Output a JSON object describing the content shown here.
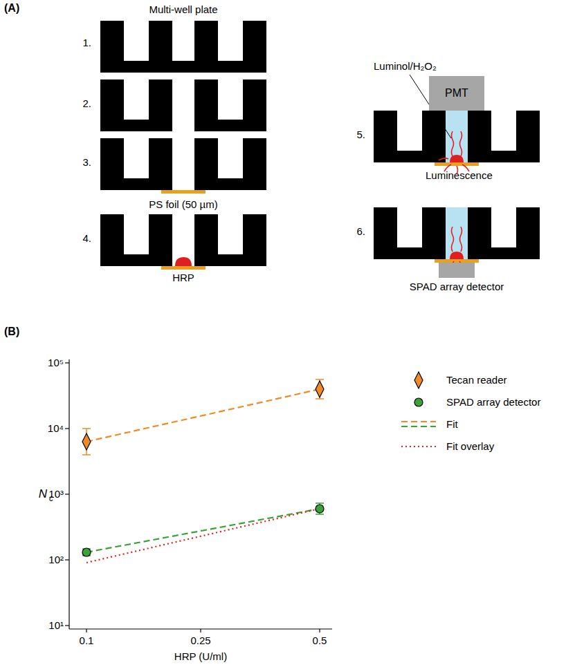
{
  "diagram": {
    "nodes": [
      {
        "text": [
          "PMT"
        ]
      },
      {
        "text": [
          "SPAD array detector"
        ]
      }
    ],
    "labels": [
      "(A)",
      "Multi-well plate",
      "1.",
      "2.",
      "3.",
      "PS foil (50 µm)",
      "4.",
      "HRP",
      "Luminol/H₂O₂",
      "5.",
      "Luminescence",
      "6.",
      "(B)",
      "10⁵",
      "10⁴",
      "10³",
      "10²",
      "10¹",
      "N",
      "c",
      "0.1",
      "0.25",
      "0.5",
      "HRP (U/ml)"
    ],
    "legend": [
      {
        "text": "Tecan reader"
      },
      {
        "text": "SPAD array detector"
      },
      {
        "text": "Fit"
      },
      {
        "text": "Fit overlay"
      }
    ]
  }
}
